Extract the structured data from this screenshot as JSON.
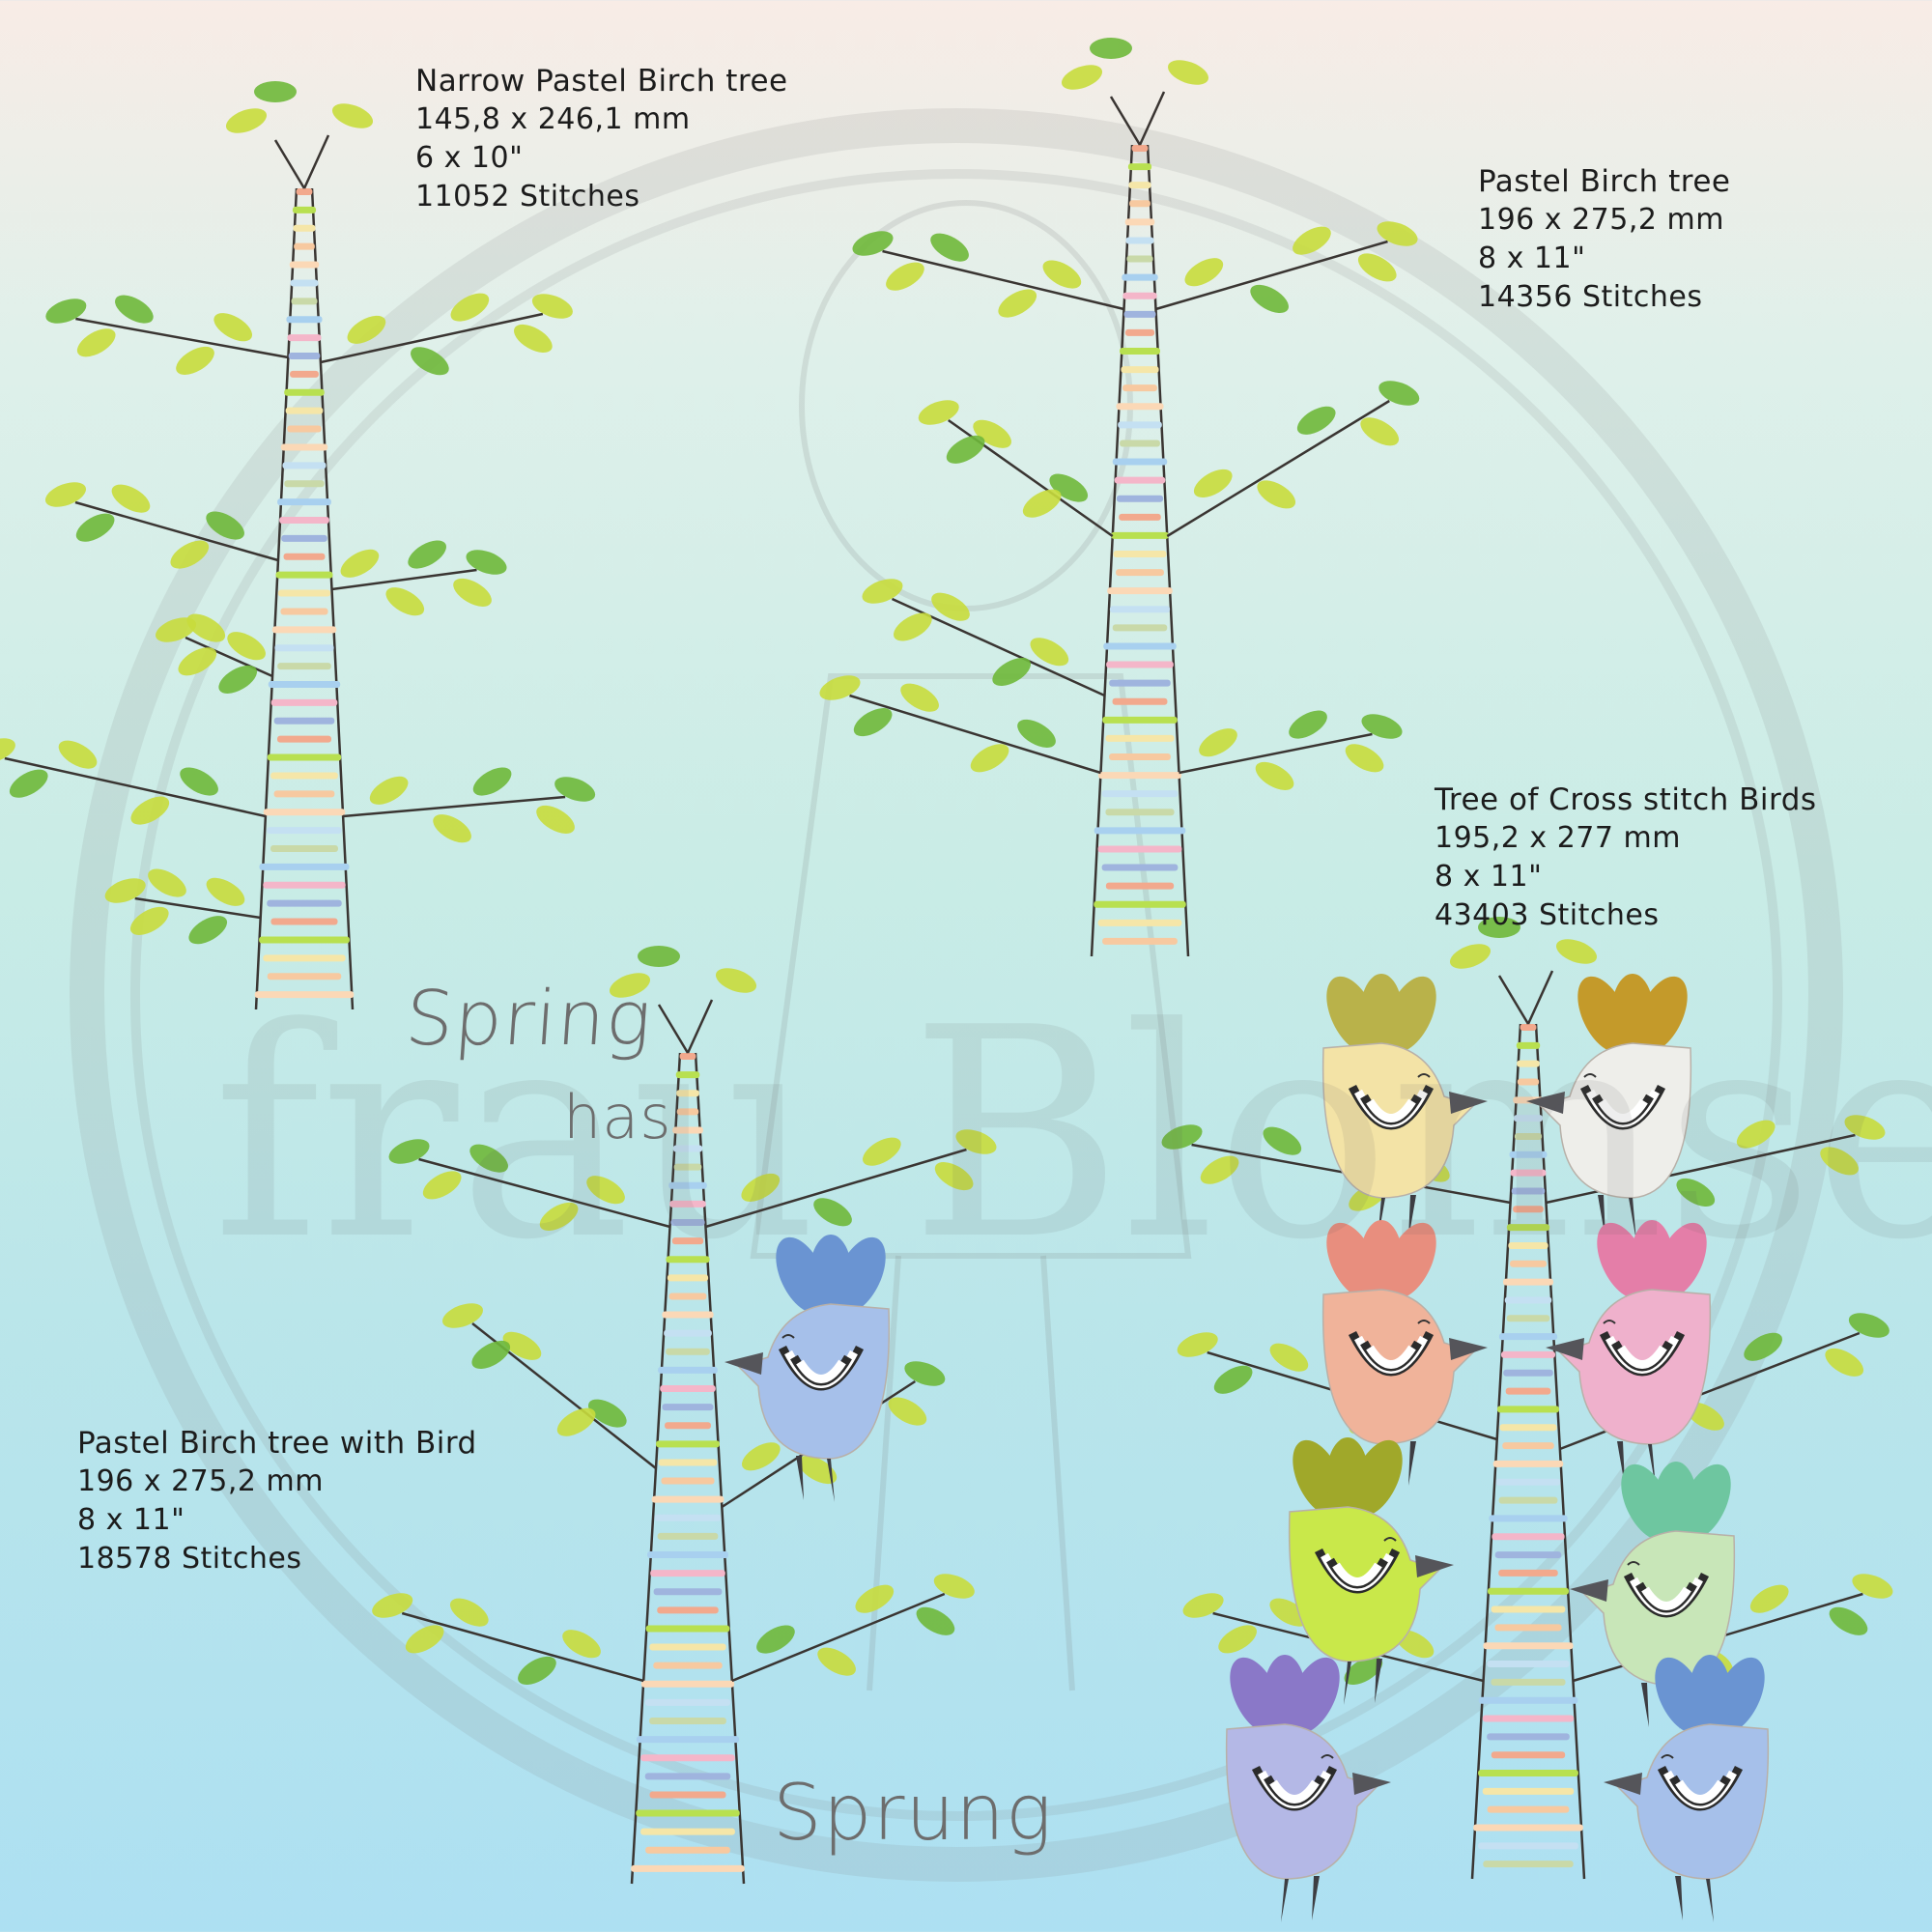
{
  "designs": [
    {
      "title": "Narrow Pastel Birch tree",
      "size_mm": "145,8 x 246,1 mm",
      "size_in": "6 x 10\"",
      "stitches": "11052 Stitches"
    },
    {
      "title": "Pastel Birch tree",
      "size_mm": "196 x 275,2 mm",
      "size_in": "8 x 11\"",
      "stitches": "14356 Stitches"
    },
    {
      "title": "Tree of Cross stitch Birds",
      "size_mm": "195,2 x 277 mm",
      "size_in": "8 x 11\"",
      "stitches": "43403 Stitches"
    },
    {
      "title": "Pastel Birch tree with Bird",
      "size_mm": "196 x 275,2 mm",
      "size_in": "8 x 11\"",
      "stitches": "18578 Stitches"
    }
  ],
  "lettering": {
    "spring": "Spring",
    "has": "has",
    "sprung": "Sprung"
  },
  "watermark": "frau Blomsen",
  "colors": {
    "leaf_light": "#c8dc3c",
    "leaf_dark": "#6fb83a",
    "branch": "#3a3532",
    "stripes": [
      "#f2a98d",
      "#f7c9a0",
      "#c9d9a8",
      "#9fb4de",
      "#f5e6a8",
      "#c4e0f2",
      "#f4b6c9",
      "#b8e050",
      "#fbd8b6",
      "#a8d0ef"
    ],
    "birds": [
      "#f3e3a6",
      "#eeeeea",
      "#f0b39a",
      "#efb1cc",
      "#c9e84a",
      "#c8e6b8",
      "#b4b8e6",
      "#a6c0ea"
    ],
    "bird_tails": [
      "#b9b24a",
      "#c49a2a",
      "#e88e7e",
      "#e47ea8",
      "#a0a82a",
      "#6ec6a0",
      "#8a78c8",
      "#6a94d2"
    ]
  }
}
